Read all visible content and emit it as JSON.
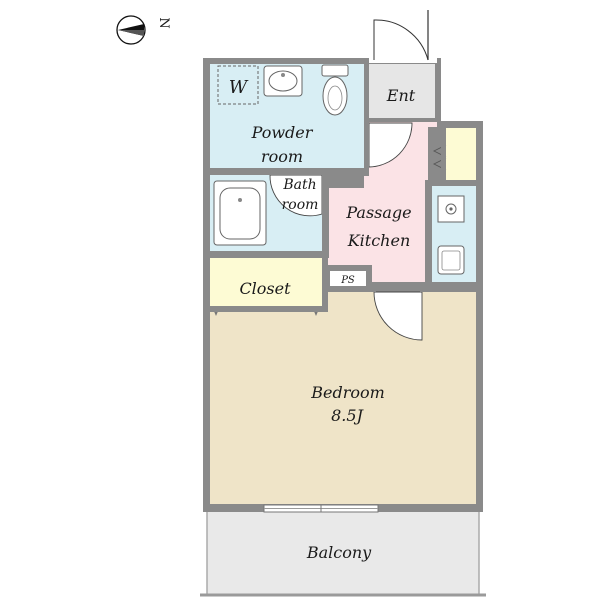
{
  "compass": {
    "label": "N"
  },
  "rooms": {
    "entrance": {
      "label": "Ent"
    },
    "powder_room": {
      "line1": "Powder",
      "line2": "room"
    },
    "washer": {
      "label": "W"
    },
    "bathroom": {
      "line1": "Bath",
      "line2": "room"
    },
    "passage_kitchen": {
      "line1": "Passage",
      "line2": "Kitchen"
    },
    "closet": {
      "label": "Closet"
    },
    "pipe_space": {
      "label": "PS"
    },
    "bedroom": {
      "line1": "Bedroom",
      "line2": "8.5J"
    },
    "balcony": {
      "label": "Balcony"
    }
  },
  "colors": {
    "wet_area": "#d8eef4",
    "passage": "#fbe3e6",
    "bedroom": "#efe4c8",
    "closet": "#fdfbd4",
    "entrance": "#e6e6e6",
    "balcony": "#e9e9e9",
    "wall": "#7d7d7d"
  },
  "icons": [
    "compass-icon",
    "washer-icon",
    "washbasin-icon",
    "toilet-icon",
    "bathtub-icon",
    "stove-icon",
    "sink-icon"
  ]
}
